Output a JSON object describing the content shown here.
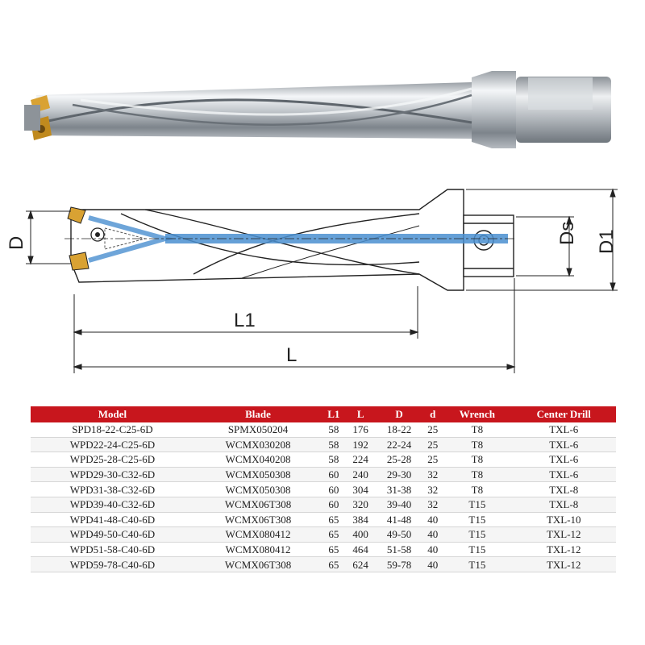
{
  "dimension_labels": {
    "d_left": "D",
    "l1": "L1",
    "l": "L",
    "ds": "Ds",
    "d1": "D1"
  },
  "table": {
    "headers": [
      "Model",
      "Blade",
      "L1",
      "L",
      "D",
      "d",
      "Wrench",
      "Center Drill"
    ],
    "rows": [
      [
        "SPD18-22-C25-6D",
        "SPMX050204",
        "58",
        "176",
        "18-22",
        "25",
        "T8",
        "TXL-6"
      ],
      [
        "WPD22-24-C25-6D",
        "WCMX030208",
        "58",
        "192",
        "22-24",
        "25",
        "T8",
        "TXL-6"
      ],
      [
        "WPD25-28-C25-6D",
        "WCMX040208",
        "58",
        "224",
        "25-28",
        "25",
        "T8",
        "TXL-6"
      ],
      [
        "WPD29-30-C32-6D",
        "WCMX050308",
        "60",
        "240",
        "29-30",
        "32",
        "T8",
        "TXL-6"
      ],
      [
        "WPD31-38-C32-6D",
        "WCMX050308",
        "60",
        "304",
        "31-38",
        "32",
        "T8",
        "TXL-8"
      ],
      [
        "WPD39-40-C32-6D",
        "WCMX06T308",
        "60",
        "320",
        "39-40",
        "32",
        "T15",
        "TXL-8"
      ],
      [
        "WPD41-48-C40-6D",
        "WCMX06T308",
        "65",
        "384",
        "41-48",
        "40",
        "T15",
        "TXL-10"
      ],
      [
        "WPD49-50-C40-6D",
        "WCMX080412",
        "65",
        "400",
        "49-50",
        "40",
        "T15",
        "TXL-12"
      ],
      [
        "WPD51-58-C40-6D",
        "WCMX080412",
        "65",
        "464",
        "51-58",
        "40",
        "T15",
        "TXL-12"
      ],
      [
        "WPD59-78-C40-6D",
        "WCMX06T308",
        "65",
        "624",
        "59-78",
        "40",
        "T15",
        "TXL-12"
      ]
    ]
  },
  "colors": {
    "header_bg": "#c8161d",
    "coolant_blue": "#4a8fd0",
    "insert_gold": "#d9a233"
  }
}
